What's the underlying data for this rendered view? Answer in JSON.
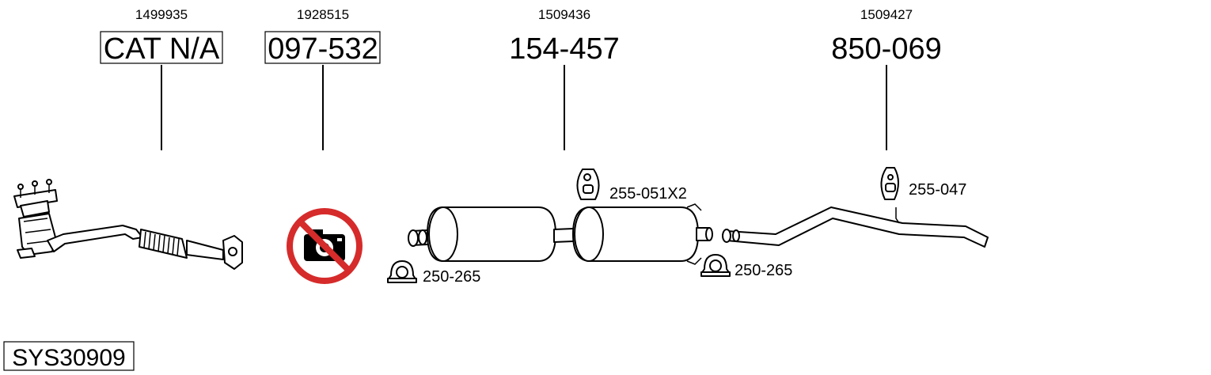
{
  "parts": [
    {
      "oe_number": "1499935",
      "part_number": "CAT N/A",
      "boxed": true,
      "icon": "catalytic-converter-icon"
    },
    {
      "oe_number": "1928515",
      "part_number": "097-532",
      "boxed": true,
      "icon": "no-photo-icon"
    },
    {
      "oe_number": "1509436",
      "part_number": "154-457",
      "boxed": false,
      "icon": "muffler-icon"
    },
    {
      "oe_number": "1509427",
      "part_number": "850-069",
      "boxed": false,
      "icon": "tailpipe-icon"
    }
  ],
  "accessories": {
    "clamp_left": {
      "label": "250-265",
      "icon": "clamp-icon"
    },
    "clamp_right": {
      "label": "250-265",
      "icon": "clamp-icon"
    },
    "hanger_mid": {
      "label": "255-051X2",
      "icon": "rubber-hanger-icon"
    },
    "hanger_tail": {
      "label": "255-047",
      "icon": "rubber-hanger-icon"
    }
  },
  "system_number": "SYS30909",
  "colors": {
    "no_photo": "#d62b2b",
    "ink": "#000000"
  }
}
